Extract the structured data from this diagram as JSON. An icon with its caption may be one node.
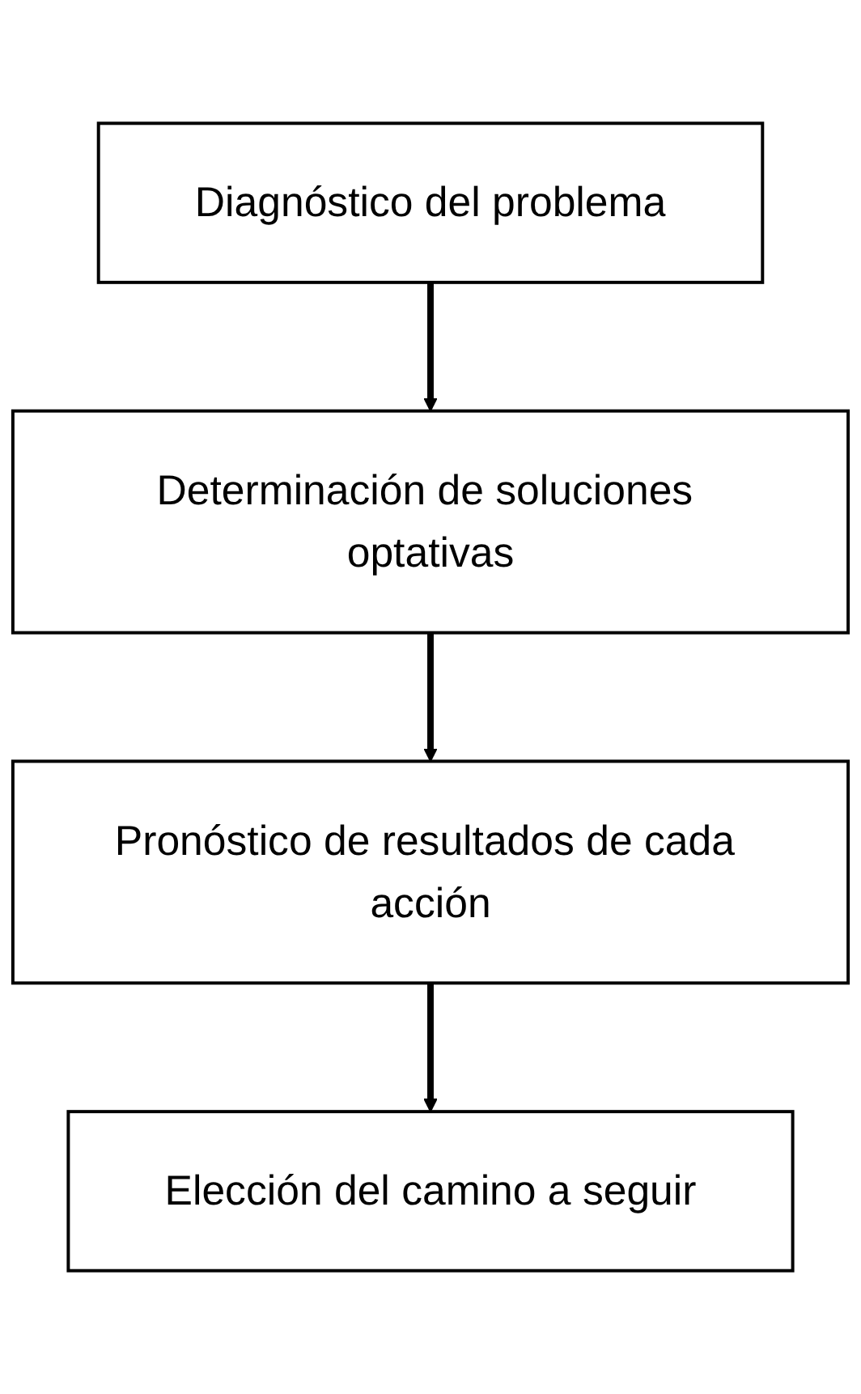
{
  "diagram": {
    "nodes": [
      {
        "text": [
          "Diagnóstico del problema"
        ]
      },
      {
        "text": [
          "Determinación de soluciones optativas"
        ]
      },
      {
        "text": [
          "Pronóstico de resultados de cada acción"
        ]
      },
      {
        "text": [
          "Elección del camino a seguir"
        ]
      }
    ],
    "edges": [
      {
        "from": 0,
        "to": 1,
        "arrow": "to"
      },
      {
        "from": 1,
        "to": 2,
        "arrow": "to"
      },
      {
        "from": 2,
        "to": 3,
        "arrow": "to"
      }
    ]
  }
}
